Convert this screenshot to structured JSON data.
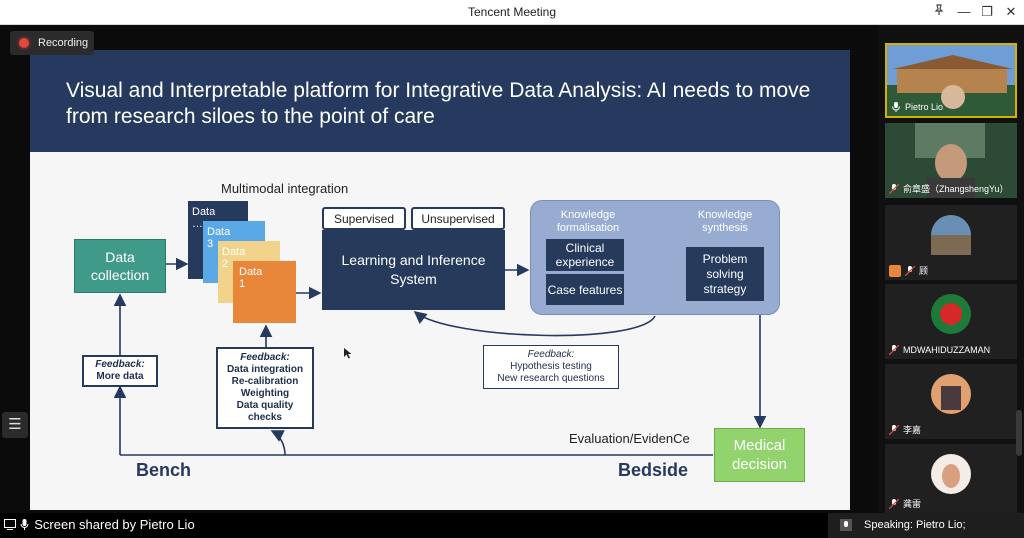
{
  "window": {
    "title": "Tencent Meeting",
    "controls": {
      "pin": "pin-icon",
      "minimize": "—",
      "restore": "❐",
      "close": "✕"
    }
  },
  "recording": {
    "label": "Recording"
  },
  "slide": {
    "title": "Visual and Interpretable platform for Integrative Data Analysis: AI needs to move from research siloes to the point of care",
    "data_collection": "Data collection",
    "multimodal": "Multimodal integration",
    "data_stack": [
      "Data",
      "...",
      "Data 3",
      "Data 2",
      "Data 1"
    ],
    "stack_labels": {
      "top": "Data",
      "ellipsis": "…",
      "d3_title": "Data",
      "d3_num": "3",
      "d2_title": "Data",
      "d2_num": "2",
      "d1_title": "Data",
      "d1_num": "1"
    },
    "supervised": "Supervised",
    "unsupervised": "Unsupervised",
    "learning": "Learning and Inference System",
    "knowledge_formalisation": "Knowledge formalisation",
    "knowledge_synthesis": "Knowledge synthesis",
    "clinical_experience": "Clinical experience",
    "case_features": "Case features",
    "problem_solving": "Problem solving strategy",
    "feedback_more": {
      "title": "Feedback:",
      "text": "More data"
    },
    "feedback_integration": {
      "title": "Feedback:",
      "lines": [
        "Data integration",
        "Re-calibration",
        "Weighting",
        "Data quality checks"
      ]
    },
    "feedback_hypothesis": {
      "title": "Feedback:",
      "lines": [
        "Hypothesis testing",
        "New research questions"
      ]
    },
    "evaluation": "Evaluation/EvidenCe",
    "medical_decision": "Medical decision",
    "bench": "Bench",
    "bedside": "Bedside"
  },
  "participants": [
    {
      "name": "Pietro Lio"
    },
    {
      "name": "俞章盛（ZhangshengYu）"
    },
    {
      "name": "顾"
    },
    {
      "name": "MDWAHIDUZZAMAN"
    },
    {
      "name": "李嘉"
    },
    {
      "name": "龚雷"
    }
  ],
  "bottom": {
    "share": "Screen shared by Pietro Lio",
    "speaking": "Speaking: Pietro Lio;"
  },
  "colors": {
    "header_navy": "#253a5e",
    "dark_box": "#263a5c",
    "teal": "#3f9a8a",
    "orange": "#e8873a",
    "yellow": "#f2d38c",
    "lightblue": "#5aa9e6",
    "knowledge_panel": "#97acd0",
    "green": "#92d36e",
    "recording_red": "#e0483d"
  }
}
